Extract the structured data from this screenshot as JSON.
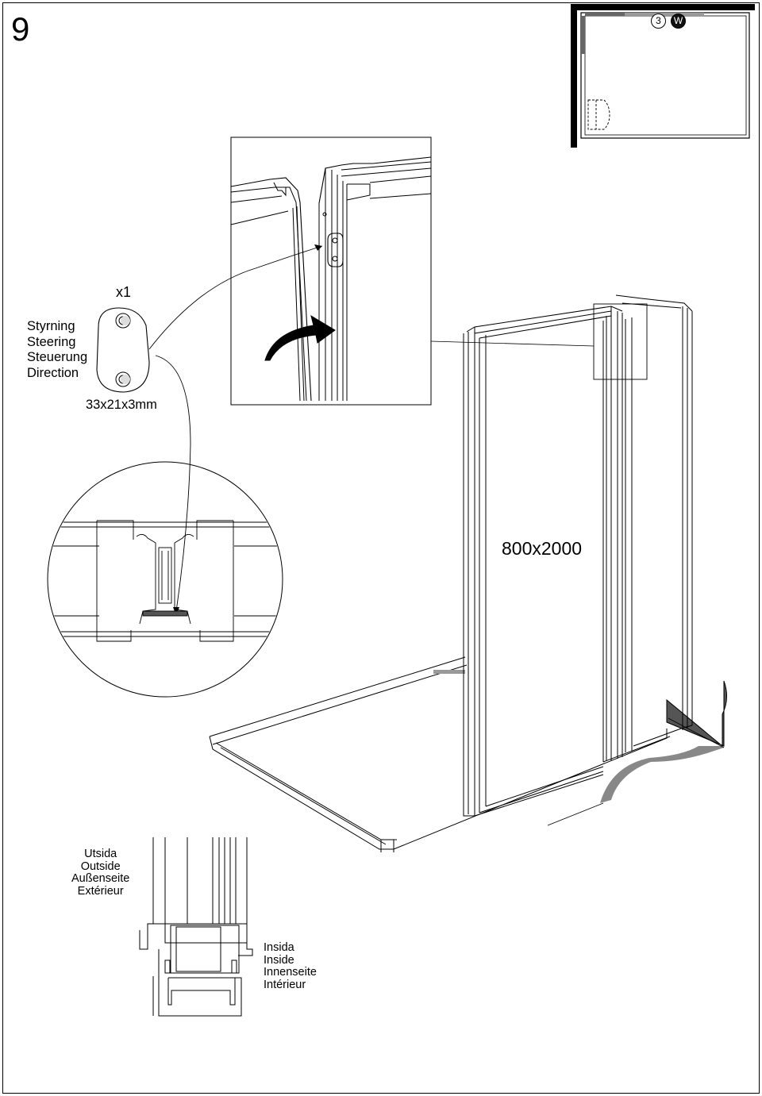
{
  "step_number": "9",
  "plan_view": {
    "badge_number": "3",
    "badge_letter": "W"
  },
  "guide_part": {
    "quantity": "x1",
    "names": [
      "Styrning",
      "Steering",
      "Steuerung",
      "Direction"
    ],
    "dimensions": "33x21x3mm"
  },
  "panel_size": "800x2000",
  "profile_section": {
    "outside_labels": [
      "Utsida",
      "Outside",
      "Außenseite",
      "Extérieur"
    ],
    "inside_labels": [
      "Insida",
      "Inside",
      "Innenseite",
      "Intérieur"
    ]
  },
  "colors": {
    "line": "#000000",
    "fill_dark": "#555555",
    "fill_mid": "#888888",
    "background": "#ffffff"
  }
}
